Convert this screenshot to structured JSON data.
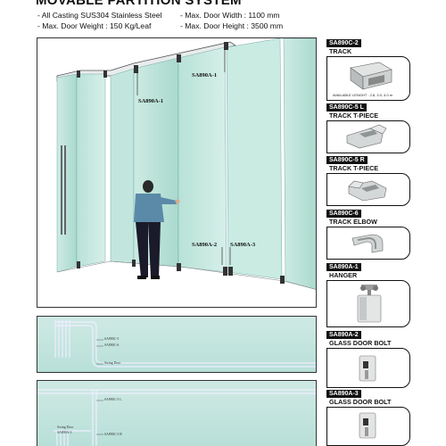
{
  "title": "MOVABLE PARTITION SYSTEM",
  "specs": [
    [
      "- All Casting SUS304 Stainless Steel",
      "- Max. Door Width : 1100 mm"
    ],
    [
      "- Max. Door Weight : 150 Kg/Leaf",
      "- Max. Door Height : 3500 mm"
    ]
  ],
  "main_callouts": {
    "top_right": "SA890A-1",
    "top_left": "SA890A-1",
    "bottom_left": "SA890A-2",
    "bottom_right": "SA890A-3"
  },
  "thumb1_labels": [
    "SA890C-5",
    "SA890C-6",
    "Swing Door"
  ],
  "thumb2_labels": [
    "SA890C-5 L",
    "Swing Door",
    "SA890A-3",
    "SA890C-5 R"
  ],
  "components": [
    {
      "code": "SA890C-2",
      "name": "TRACK",
      "note": "AVAILABLE LENGHT : 2.8, 3.0, 4.0 m",
      "icon": "track-icon"
    },
    {
      "code": "SA890C-5 L",
      "name": "TRACK T-PIECE",
      "note": "",
      "icon": "t-piece-left-icon"
    },
    {
      "code": "SA890C-5 R",
      "name": "TRACK T-PIECE",
      "note": "",
      "icon": "t-piece-right-icon"
    },
    {
      "code": "SA890C-6",
      "name": "TRACK ELBOW",
      "note": "",
      "icon": "elbow-icon"
    },
    {
      "code": "SA890A-1",
      "name": "HANGER",
      "note": "",
      "icon": "hanger-icon"
    },
    {
      "code": "SA890A-2",
      "name": "GLASS DOOR BOLT",
      "note": "",
      "icon": "door-bolt-icon"
    },
    {
      "code": "SA890A-3",
      "name": "GLASS DOOR BOLT",
      "note": "",
      "icon": "door-bolt-icon"
    }
  ],
  "colors": {
    "glass": "#bfe6dc",
    "glass_dark": "#9fd2c6",
    "frame": "#3a3a3a",
    "tag_bg": "#111111",
    "shirt": "#5a8aa8",
    "trousers": "#1a1a2a"
  }
}
